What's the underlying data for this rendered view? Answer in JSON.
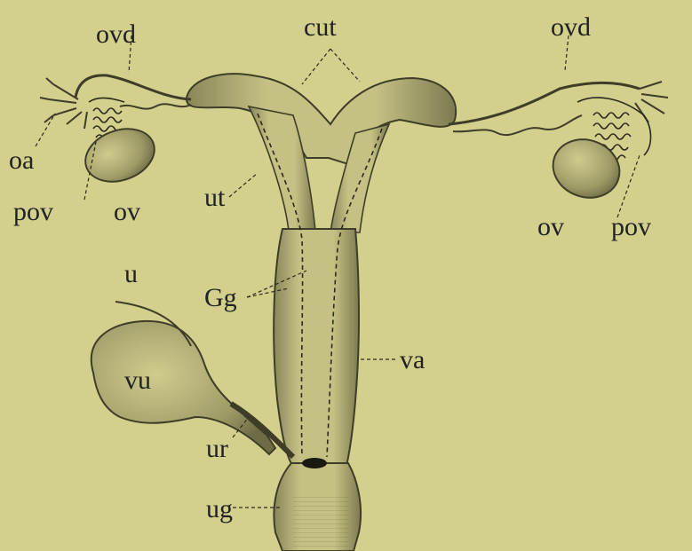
{
  "labels": {
    "cut": "cut",
    "ovd": "ovd",
    "oa": "oa",
    "pov": "pov",
    "ov": "ov",
    "ut": "ut",
    "u": "u",
    "gg": "Gg",
    "va": "va",
    "vu": "vu",
    "ur": "ur",
    "ug": "ug"
  },
  "colors": {
    "background": "#d3cf8d",
    "ink": "#222222"
  }
}
